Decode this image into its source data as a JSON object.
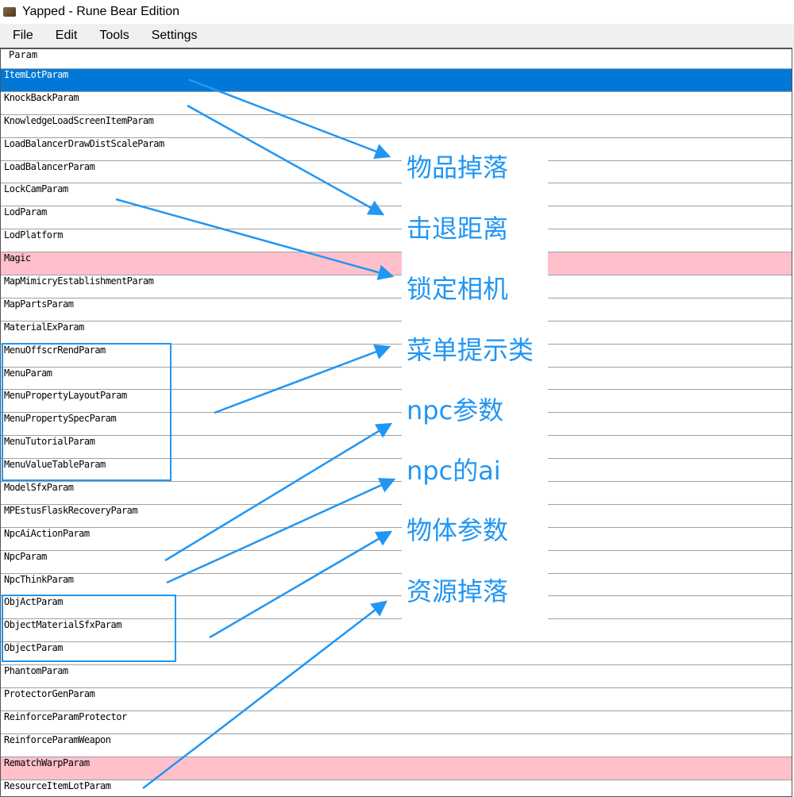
{
  "window": {
    "title": "Yapped - Rune Bear Edition"
  },
  "menu": [
    "File",
    "Edit",
    "Tools",
    "Settings"
  ],
  "table": {
    "header": "Param",
    "rows": [
      "ItemLotParam",
      "KnockBackParam",
      "KnowledgeLoadScreenItemParam",
      "LoadBalancerDrawDistScaleParam",
      "LoadBalancerParam",
      "LockCamParam",
      "LodParam",
      "LodPlatform",
      "Magic",
      "MapMimicryEstablishmentParam",
      "MapPartsParam",
      "MaterialExParam",
      "MenuOffscrRendParam",
      "MenuParam",
      "MenuPropertyLayoutParam",
      "MenuPropertySpecParam",
      "MenuTutorialParam",
      "MenuValueTableParam",
      "ModelSfxParam",
      "MPEstusFlaskRecoveryParam",
      "NpcAiActionParam",
      "NpcParam",
      "NpcThinkParam",
      "ObjActParam",
      "ObjectMaterialSfxParam",
      "ObjectParam",
      "PhantomParam",
      "ProtectorGenParam",
      "ReinforceParamProtector",
      "ReinforceParamWeapon",
      "RematchWarpParam",
      "ResourceItemLotParam"
    ],
    "selected": 0,
    "highlighted": [
      8,
      30
    ]
  },
  "annotations": [
    "物品掉落",
    "击退距离",
    "锁定相机",
    "菜单提示类",
    "npc参数",
    "npc的ai",
    "物体参数",
    "资源掉落"
  ],
  "colors": {
    "annotation": "#2196f3",
    "selection": "#0078d7",
    "highlight": "#ffc0cb"
  }
}
